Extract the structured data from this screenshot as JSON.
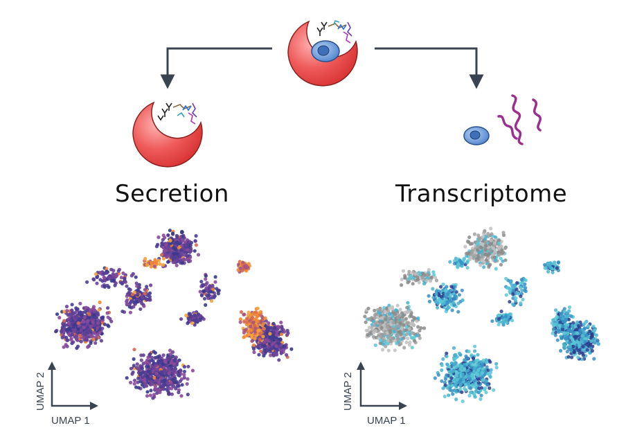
{
  "panels": {
    "left": {
      "title": "Secretion",
      "xlabel": "UMAP 1",
      "ylabel": "UMAP 2",
      "palette": [
        "#3a3a8c",
        "#4b3d93",
        "#5c3f94",
        "#6e4298",
        "#8a4a9b",
        "#a9557e",
        "#d66a4f",
        "#f08a32",
        "#f6a23c"
      ]
    },
    "right": {
      "title": "Transcriptome",
      "xlabel": "UMAP 1",
      "ylabel": "UMAP 2",
      "palette": [
        "#8a8a8a",
        "#a0a0a0",
        "#c0c0c0",
        "#5cc7d6",
        "#46b3cf",
        "#3a8fc4",
        "#2c3f8f"
      ]
    }
  },
  "colors": {
    "arrow": "#3a4450",
    "droplet": "#e64a4a",
    "cell": "#4a7fcf",
    "rna": "#9b2f8f"
  }
}
